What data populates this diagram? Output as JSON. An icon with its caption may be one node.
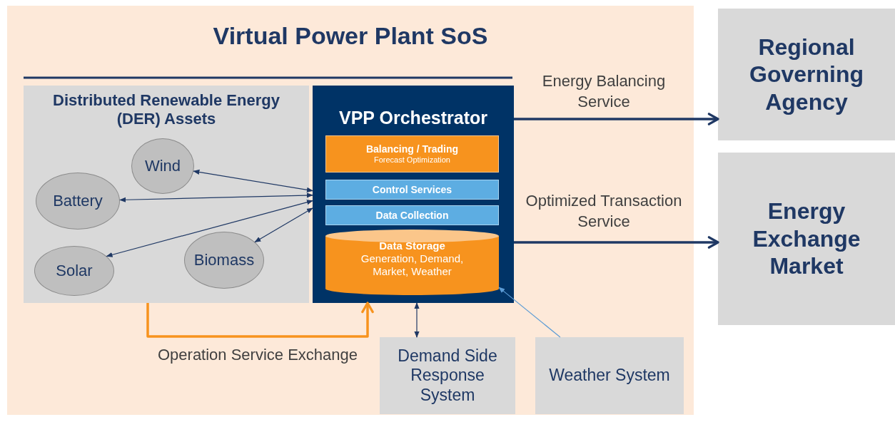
{
  "diagram": {
    "nodes": [
      {
        "text": [
          "Virtual Power Plant SoS"
        ]
      },
      {
        "text": [
          "Distributed Renewable Energy (DER) Assets"
        ],
        "in": 0
      },
      {
        "text": [
          "Wind"
        ],
        "in": 1
      },
      {
        "text": [
          "Battery"
        ],
        "in": 1
      },
      {
        "text": [
          "Solar"
        ],
        "in": 1
      },
      {
        "text": [
          "Biomass"
        ],
        "in": 1
      },
      {
        "text": [
          "VPP Orchestrator"
        ],
        "in": 0
      },
      {
        "text": [
          "Balancing / Trading",
          "Forecast Optimization"
        ],
        "in": 6
      },
      {
        "text": [
          "Control Services"
        ],
        "in": 6
      },
      {
        "text": [
          "Data Collection"
        ],
        "in": 6
      },
      {
        "text": [
          "Data Storage",
          "Generation, Demand, Market, Weather"
        ],
        "in": 6
      },
      {
        "text": [
          "Demand Side Response System"
        ],
        "in": 0
      },
      {
        "text": [
          "Weather System"
        ],
        "in": 0
      },
      {
        "text": [
          "Regional Governing Agency"
        ]
      },
      {
        "text": [
          "Energy Exchange Market"
        ]
      }
    ],
    "edges": [
      {
        "from": 6,
        "to": 2,
        "arrow": "both"
      },
      {
        "from": 6,
        "to": 3,
        "arrow": "both"
      },
      {
        "from": 6,
        "to": 4,
        "arrow": "both"
      },
      {
        "from": 6,
        "to": 5,
        "arrow": "both"
      },
      {
        "from": 6,
        "to": 13,
        "arrow": "to",
        "label": "Energy Balancing Service",
        "style": "thick"
      },
      {
        "from": 6,
        "to": 14,
        "arrow": "to",
        "label": "Optimized Transaction Service",
        "style": "thick"
      },
      {
        "from": 1,
        "to": 6,
        "arrow": "to",
        "label": "Operation Service Exchange",
        "style": "thick",
        "color": "#f7931e"
      },
      {
        "from": 6,
        "to": 11,
        "arrow": "both"
      },
      {
        "from": 12,
        "to": 10,
        "arrow": "to",
        "color": "#5b9bd5"
      }
    ]
  }
}
